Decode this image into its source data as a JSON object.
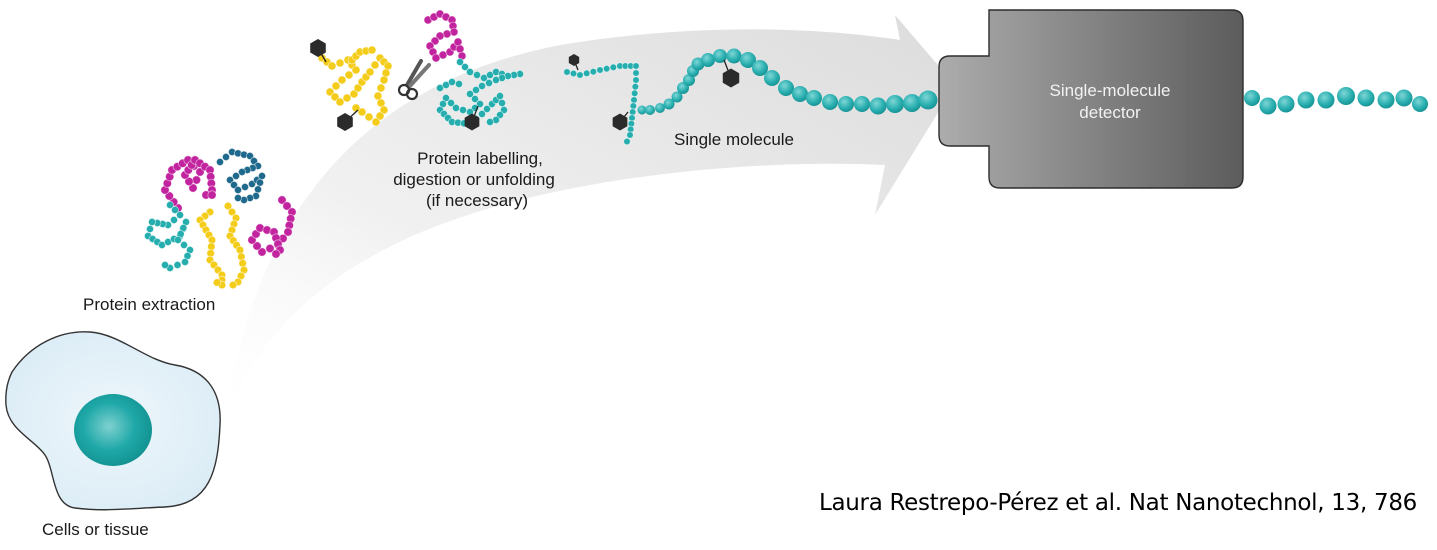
{
  "diagram": {
    "title": "Single-molecule protein analysis workflow",
    "colors": {
      "arrow": "#e6e6e6",
      "cell_fill": "#dcedf7",
      "nucleus": "#1aa6a6",
      "magenta": "#c2239e",
      "dark_blue": "#1f6a8c",
      "teal": "#26adae",
      "yellow": "#f4cc1a",
      "label_hexagon": "#2b2b2b",
      "detector_light": "#a8a8a8",
      "detector_dark": "#5a5a5a"
    },
    "stages": [
      {
        "id": "cells",
        "label": "Cells or tissue"
      },
      {
        "id": "extraction",
        "label": "Protein extraction"
      },
      {
        "id": "labelling",
        "label_lines": [
          "Protein labelling,",
          "digestion or unfolding",
          "(if necessary)"
        ]
      },
      {
        "id": "single",
        "label": "Single molecule"
      },
      {
        "id": "detector",
        "label_lines": [
          "Single-molecule",
          "detector"
        ]
      }
    ],
    "icons": [
      "cell-icon",
      "protein-chain-icon",
      "scissors-icon",
      "label-hexagon-icon",
      "detector-icon",
      "flow-arrow-icon"
    ]
  },
  "citation": "Laura Restrepo-Pérez et al. Nat Nanotechnol, 13, 786"
}
